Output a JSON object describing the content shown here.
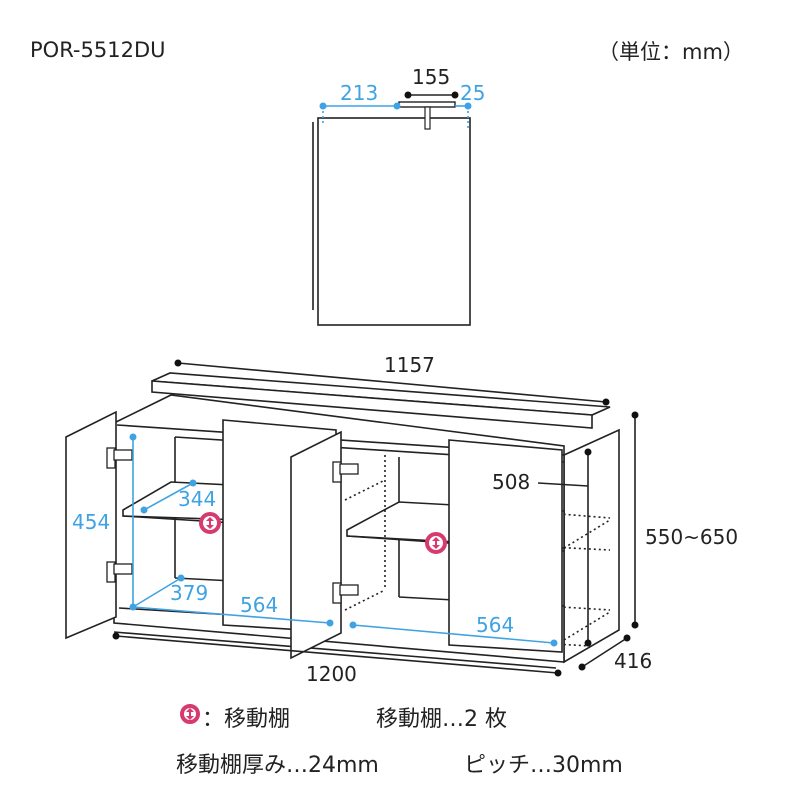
{
  "header": {
    "model": "POR-5512DU",
    "unit": "（単位：mm）"
  },
  "top_view": {
    "dim_bracket": "155",
    "dim_back_gap": "213",
    "dim_side_gap": "25"
  },
  "front_view": {
    "dim_top_width": "1157",
    "dim_width": "1200",
    "dim_height": "550~650",
    "dim_depth": "416",
    "dim_inner_height": "508",
    "dim_left_inner_height": "454",
    "dim_shelf_depth": "344",
    "dim_bottom_depth": "379",
    "dim_left_inner_width": "564",
    "dim_right_inner_width": "564"
  },
  "legend": {
    "icon_label": "：移動棚",
    "shelf_count": "移動棚…2 枚",
    "shelf_thickness": "移動棚厚み…24mm",
    "pitch": "ピッチ…30mm"
  },
  "colors": {
    "dimension_blue": "#3fa3e3",
    "movable_shelf_pink": "#d63a6e"
  },
  "icons": {
    "movable_shelf": "up-down-arrow-circle-icon"
  }
}
